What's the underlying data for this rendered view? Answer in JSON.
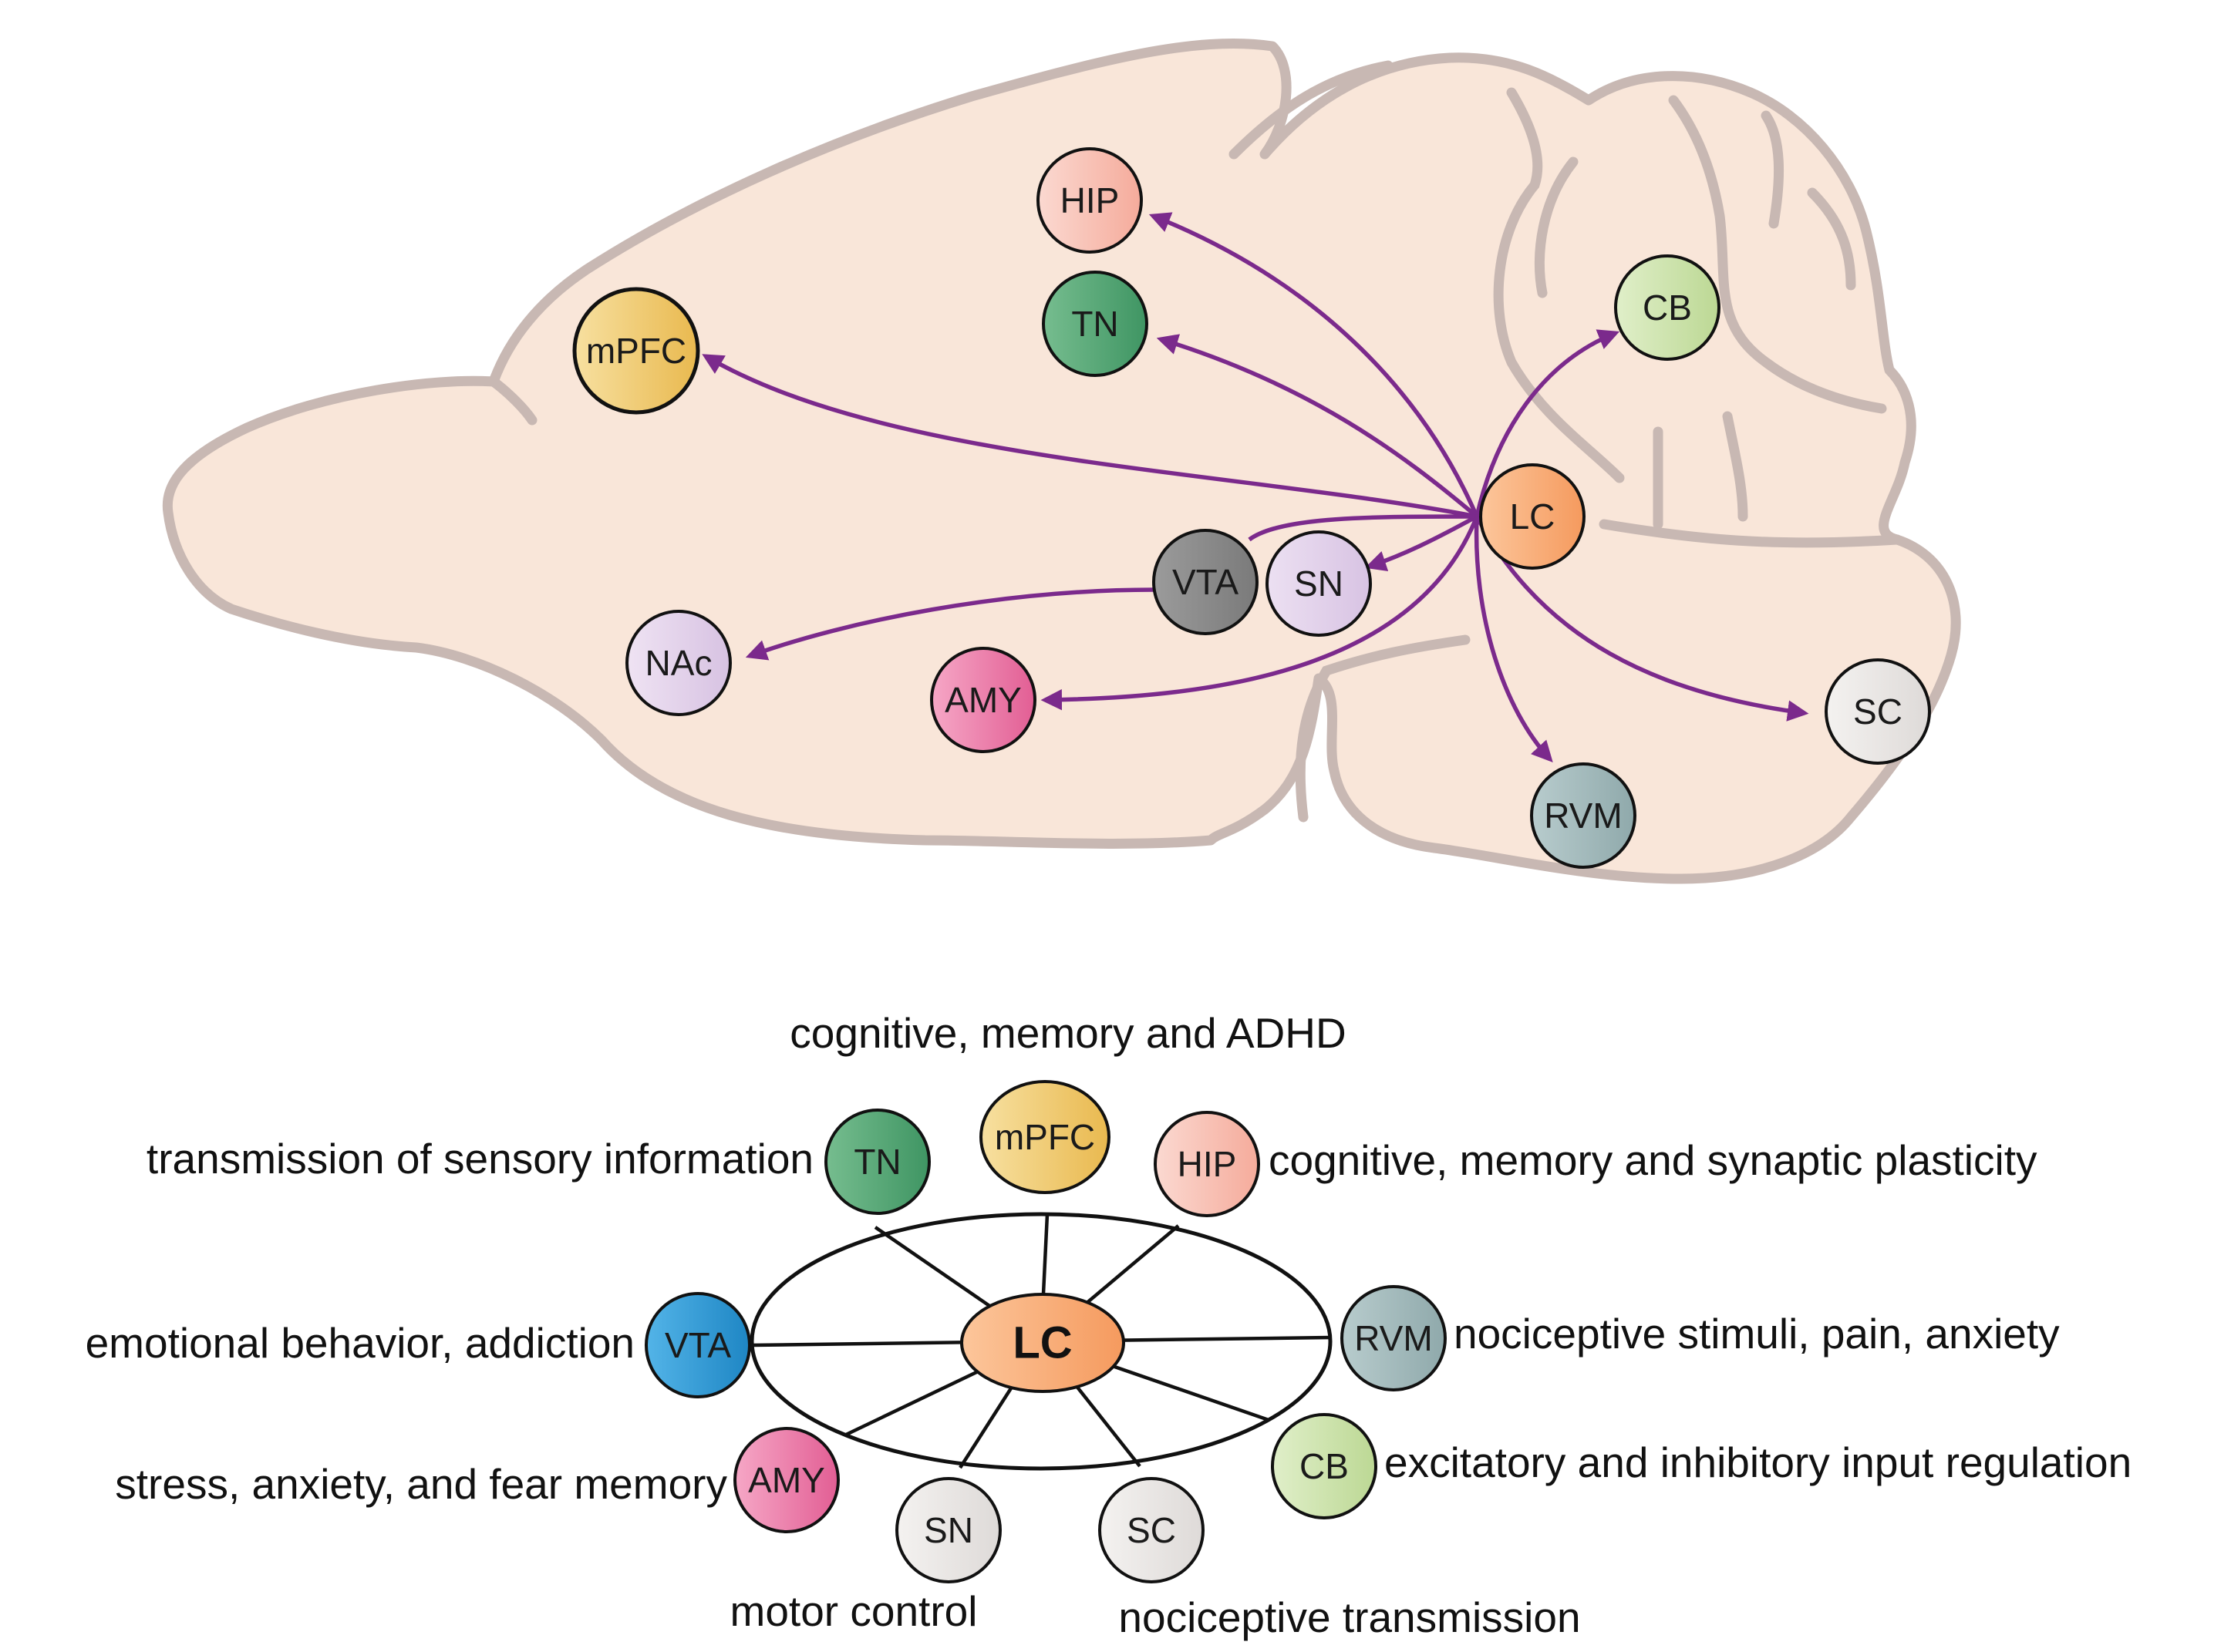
{
  "colors": {
    "projection": "#7b2a8c",
    "brain_fill": "#f9e6d9",
    "brain_outline": "#c8b8b3"
  },
  "top_nodes": {
    "hip": {
      "label": "HIP",
      "fill": "#f9c6bc"
    },
    "tn": {
      "label": "TN",
      "fill": "#5fae7d"
    },
    "mpfc": {
      "label": "mPFC",
      "fill": "#f0cf7c"
    },
    "cb": {
      "label": "CB",
      "fill": "#cfe5b0"
    },
    "lc": {
      "label": "LC",
      "fill": "#f9b27e"
    },
    "vta": {
      "label": "VTA",
      "fill": "#8c8c8c"
    },
    "sn": {
      "label": "SN",
      "fill": "#e2d2ea"
    },
    "nac": {
      "label": "NAc",
      "fill": "#e4d4ea"
    },
    "amy": {
      "label": "AMY",
      "fill": "#ee84ad"
    },
    "sc": {
      "label": "SC",
      "fill": "#ebe8e6"
    },
    "rvm": {
      "label": "RVM",
      "fill": "#a6bcbe"
    }
  },
  "bottom": {
    "center": {
      "label": "LC",
      "fill": "#f9b27e"
    },
    "nodes": {
      "tn": {
        "label": "TN",
        "fill": "#5fae7d",
        "function": "transmission of sensory information"
      },
      "mpfc": {
        "label": "mPFC",
        "fill": "#f0cf7c",
        "function": "cognitive, memory and ADHD"
      },
      "hip": {
        "label": "HIP",
        "fill": "#f9c6bc",
        "function": "cognitive, memory and synaptic plasticity"
      },
      "rvm": {
        "label": "RVM",
        "fill": "#a6bcbe",
        "function": "nociceptive stimuli, pain, anxiety"
      },
      "cb": {
        "label": "CB",
        "fill": "#cfe5b0",
        "function": "excitatory and inhibitory input regulation"
      },
      "sc": {
        "label": "SC",
        "fill": "#e6e3e1",
        "function": "nociceptive transmission"
      },
      "sn": {
        "label": "SN",
        "fill": "#e6e3e1",
        "function": "motor control"
      },
      "amy": {
        "label": "AMY",
        "fill": "#ee84ad",
        "function": "stress, anxiety, and fear memory"
      },
      "vta": {
        "label": "VTA",
        "fill": "#2e9ad6",
        "function": "emotional behavior, addiction"
      }
    }
  }
}
